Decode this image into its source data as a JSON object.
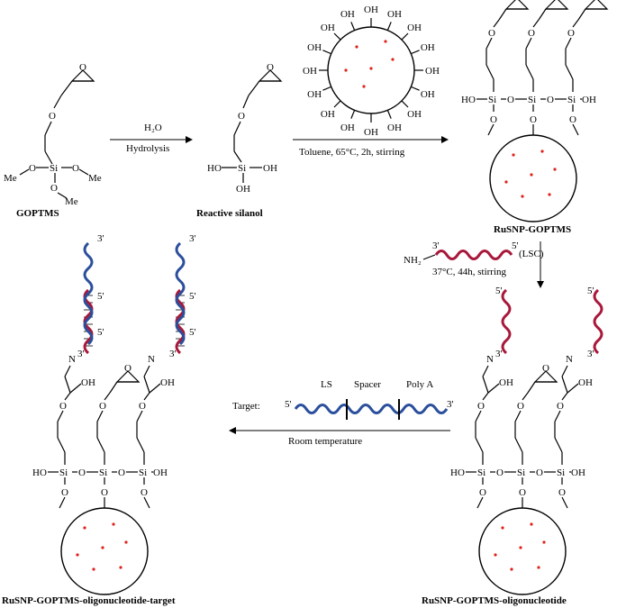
{
  "compounds": {
    "goptms": "GOPTMS",
    "silanol": "Reactive silanol",
    "ru_goptms": "RuSNP-GOPTMS",
    "ru_oligo": "RuSNP-GOPTMS-oligonucleotide",
    "ru_target": "RuSNP-GOPTMS-oligonucleotide-target"
  },
  "step1": {
    "reagent": "H₂O",
    "condition": "Hydrolysis"
  },
  "step2": {
    "condition": "Toluene, 65°C, 2h, stirring"
  },
  "step3": {
    "amine": "NH₂",
    "label": "(LSC)",
    "condition": "37°C, 44h, stirring"
  },
  "step4": {
    "target": "Target:",
    "condition": "Room temperature",
    "segments": [
      "LS",
      "Spacer",
      "Poly A"
    ]
  },
  "atoms": {
    "O": "O",
    "Si": "Si",
    "OH": "OH",
    "HO": "HO",
    "Me": "Me",
    "N": "N"
  },
  "strand_ends": {
    "three_prime": "3'",
    "five_prime": "5'"
  },
  "colors": {
    "red_strand": "#a8183a",
    "blue_strand": "#2b4f9c",
    "fluorophore_dot": "#e0221c"
  }
}
